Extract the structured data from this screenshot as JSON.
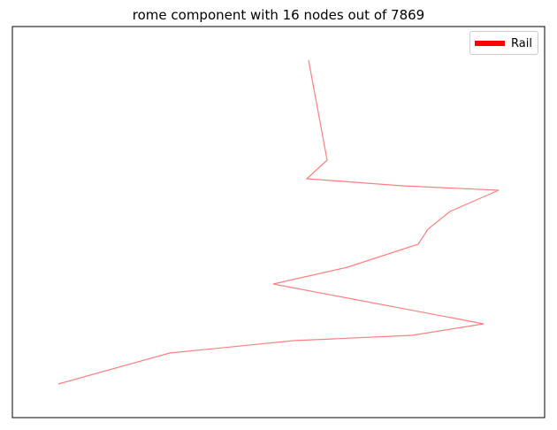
{
  "chart_data": {
    "type": "line",
    "title": "rome component with 16 nodes out of 7869",
    "xlabel": "",
    "ylabel": "",
    "axes_ticks": false,
    "grid": false,
    "legend": {
      "placement": "top-right"
    },
    "series": [
      {
        "name": "Rail",
        "color": "#ff0000",
        "alpha": 0.5,
        "x": [
          349,
          370,
          347,
          455,
          564,
          509,
          484,
          473,
          393,
          309,
          547,
          466,
          332,
          192,
          66
        ],
        "y": [
          68,
          181,
          202,
          210,
          215,
          239,
          259,
          276,
          302,
          321,
          366,
          379,
          385,
          399,
          434
        ]
      }
    ],
    "xlim": [
      14,
      616
    ],
    "ylim": [
      472,
      30
    ],
    "y_direction": "down"
  }
}
